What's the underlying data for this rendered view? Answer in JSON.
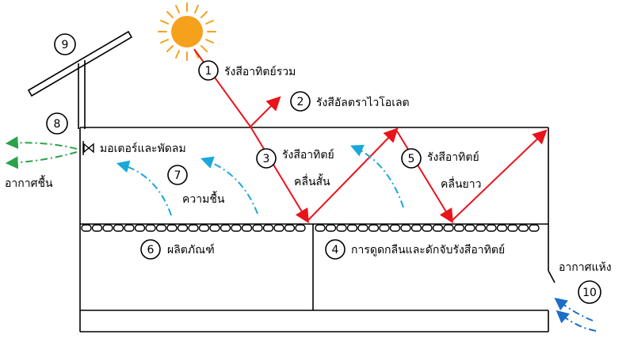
{
  "labels": {
    "total_radiation": "รังสีอาทิตย์รวม",
    "uv": "รังสีอัลตราไวโอเลต",
    "shortwave_1": "รังสีอาทิตย์",
    "shortwave_2": "คลื่นสั้น",
    "absorb": "การดูดกลืนและดักจับรังสีอาทิตย์",
    "longwave_1": "รังสีอาทิตย์",
    "longwave_2": "คลื่นยาว",
    "product": "ผลิตภัณฑ์",
    "humidity": "ความชื้น",
    "motor_fan": "มอเตอร์และพัดลม",
    "humid_air": "อากาศชื้น",
    "dry_air": "อากาศแห้ง"
  },
  "numbers": [
    "1",
    "2",
    "3",
    "4",
    "5",
    "6",
    "7",
    "8",
    "9",
    "10"
  ],
  "colors": {
    "radiation_arrow": "#e8141c",
    "moist_air_flow": "#1aa8d8",
    "humid_air_out": "#2aa34a",
    "dry_air_in": "#1a6fc9",
    "sun": "#f6a11c"
  }
}
